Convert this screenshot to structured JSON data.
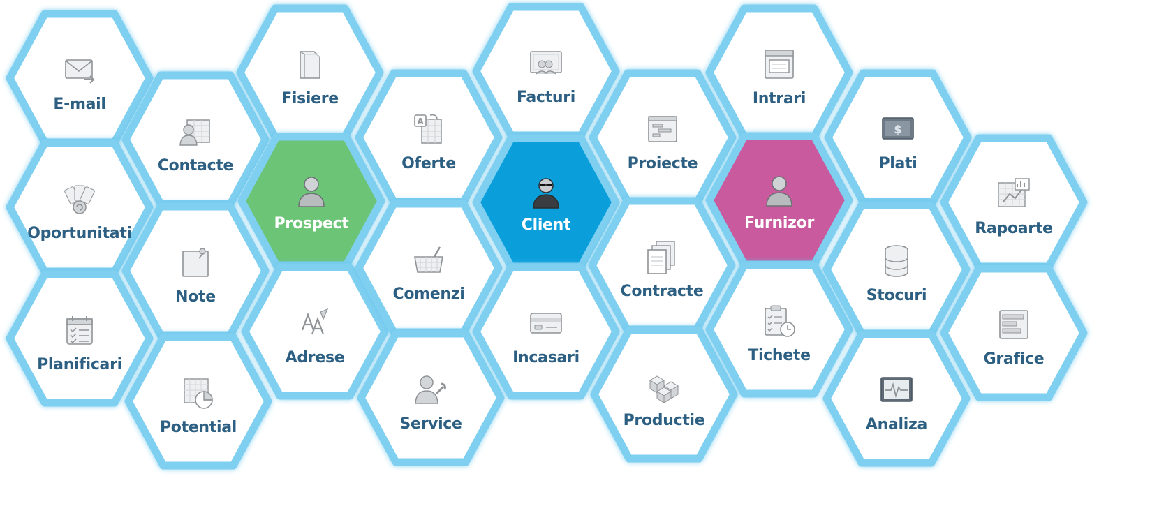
{
  "colors": {
    "hex_fill": "#ffffff",
    "hex_border": "#7fcff0",
    "label_text": "#2c5f82",
    "icon_gray": "#8f9396",
    "prospect": "#6cc577",
    "client": "#0a9fdb",
    "furnizor": "#c95a9e"
  },
  "modules": [
    {
      "id": "email",
      "label": "E-mail",
      "icon": "envelope-icon"
    },
    {
      "id": "oportunitati",
      "label": "Oportunitati",
      "icon": "cards-icon"
    },
    {
      "id": "planificari",
      "label": "Planificari",
      "icon": "calendar-icon"
    },
    {
      "id": "contacte",
      "label": "Contacte",
      "icon": "contact-card-icon"
    },
    {
      "id": "note",
      "label": "Note",
      "icon": "note-icon"
    },
    {
      "id": "potential",
      "label": "Potential",
      "icon": "pie-chart-icon"
    },
    {
      "id": "fisiere",
      "label": "Fisiere",
      "icon": "folder-icon"
    },
    {
      "id": "prospect",
      "label": "Prospect",
      "icon": "person-icon",
      "role": "center",
      "color": "#6cc577"
    },
    {
      "id": "adrese",
      "label": "Adrese",
      "icon": "text-style-icon"
    },
    {
      "id": "oferte",
      "label": "Oferte",
      "icon": "offer-sheet-icon"
    },
    {
      "id": "comenzi",
      "label": "Comenzi",
      "icon": "basket-icon"
    },
    {
      "id": "service",
      "label": "Service",
      "icon": "support-agent-icon"
    },
    {
      "id": "facturi",
      "label": "Facturi",
      "icon": "invoice-icon"
    },
    {
      "id": "client",
      "label": "Client",
      "icon": "person-glasses-icon",
      "role": "center",
      "color": "#0a9fdb"
    },
    {
      "id": "incasari",
      "label": "Incasari",
      "icon": "credit-card-icon"
    },
    {
      "id": "proiecte",
      "label": "Proiecte",
      "icon": "gantt-icon"
    },
    {
      "id": "contracte",
      "label": "Contracte",
      "icon": "documents-icon"
    },
    {
      "id": "productie",
      "label": "Productie",
      "icon": "boxes-icon"
    },
    {
      "id": "intrari",
      "label": "Intrari",
      "icon": "inbox-tray-icon"
    },
    {
      "id": "furnizor",
      "label": "Furnizor",
      "icon": "person-icon",
      "role": "center",
      "color": "#c95a9e"
    },
    {
      "id": "tichete",
      "label": "Tichete",
      "icon": "checklist-clock-icon"
    },
    {
      "id": "plati",
      "label": "Plati",
      "icon": "money-icon"
    },
    {
      "id": "stocuri",
      "label": "Stocuri",
      "icon": "database-icon"
    },
    {
      "id": "analiza",
      "label": "Analiza",
      "icon": "monitor-pulse-icon"
    },
    {
      "id": "rapoarte",
      "label": "Rapoarte",
      "icon": "report-chart-icon"
    },
    {
      "id": "grafice",
      "label": "Grafice",
      "icon": "bar-chart-icon"
    }
  ]
}
